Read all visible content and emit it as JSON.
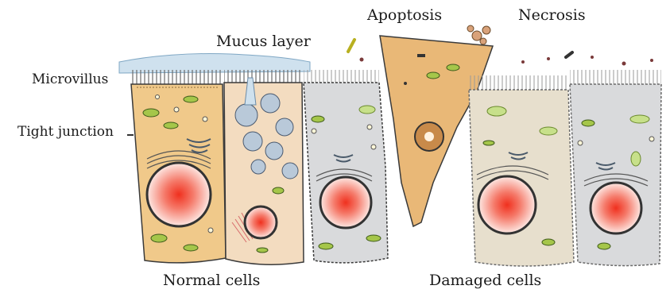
{
  "labels": {
    "apoptosis": "Apoptosis",
    "necrosis": "Necrosis",
    "mucus_layer": "Mucus layer",
    "microvillus": "Microvillus",
    "tight_junction": "Tight junction",
    "normal_cells": "Normal cells",
    "damaged_cells": "Damaged cells"
  },
  "colors": {
    "normal_cell": "#f0c98a",
    "goblet_cell": "#f3dcc0",
    "pale_cell": "#d9dadc",
    "apoptotic_cell": "#e9b877",
    "damaged_cell": "#e7dfcd",
    "nucleus_center": "#f03a2a",
    "mitochondria": "#a5c64a",
    "mucus": "#cfe1ee",
    "outline": "#3a3a3a"
  },
  "icons": [
    "microvilli",
    "mitochondria",
    "golgi-apparatus",
    "nucleus",
    "mucus-granule",
    "vesicle"
  ]
}
